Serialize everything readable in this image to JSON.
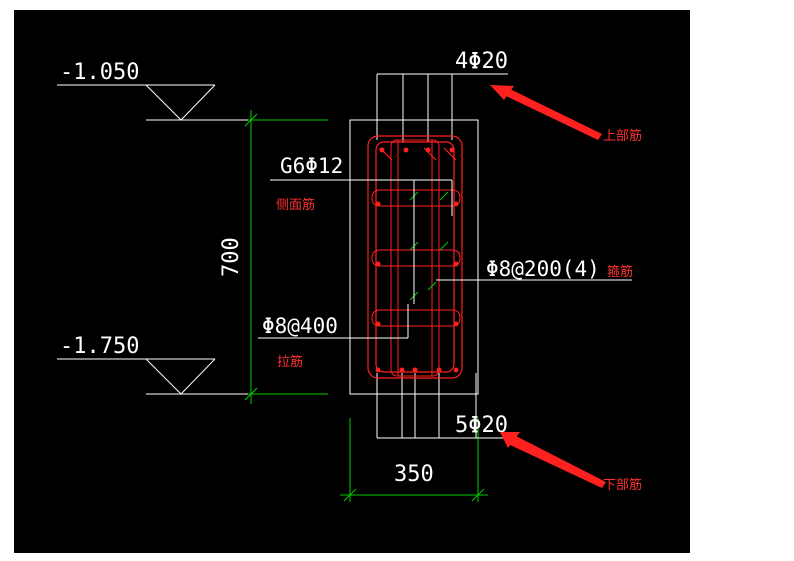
{
  "drawing": {
    "background": "#000000",
    "line_color": "#ffffff",
    "dim_color": "#00cc00",
    "rebar_color": "#ff2020",
    "annotation_color": "#ff3030"
  },
  "elevations": {
    "top": "-1.050",
    "bottom": "-1.750"
  },
  "dimensions": {
    "height": "700",
    "width": "350"
  },
  "callouts": {
    "top_bars": "4Φ20",
    "side_bars": "G6Φ12",
    "stirrups": "Φ8@200(4)",
    "ties": "Φ8@400",
    "bottom_bars": "5Φ20"
  },
  "annotations": {
    "top_bars": "上部筋",
    "side_bars": "侧面筋",
    "stirrups": "箍筋",
    "ties": "拉筋",
    "bottom_bars": "下部筋"
  }
}
